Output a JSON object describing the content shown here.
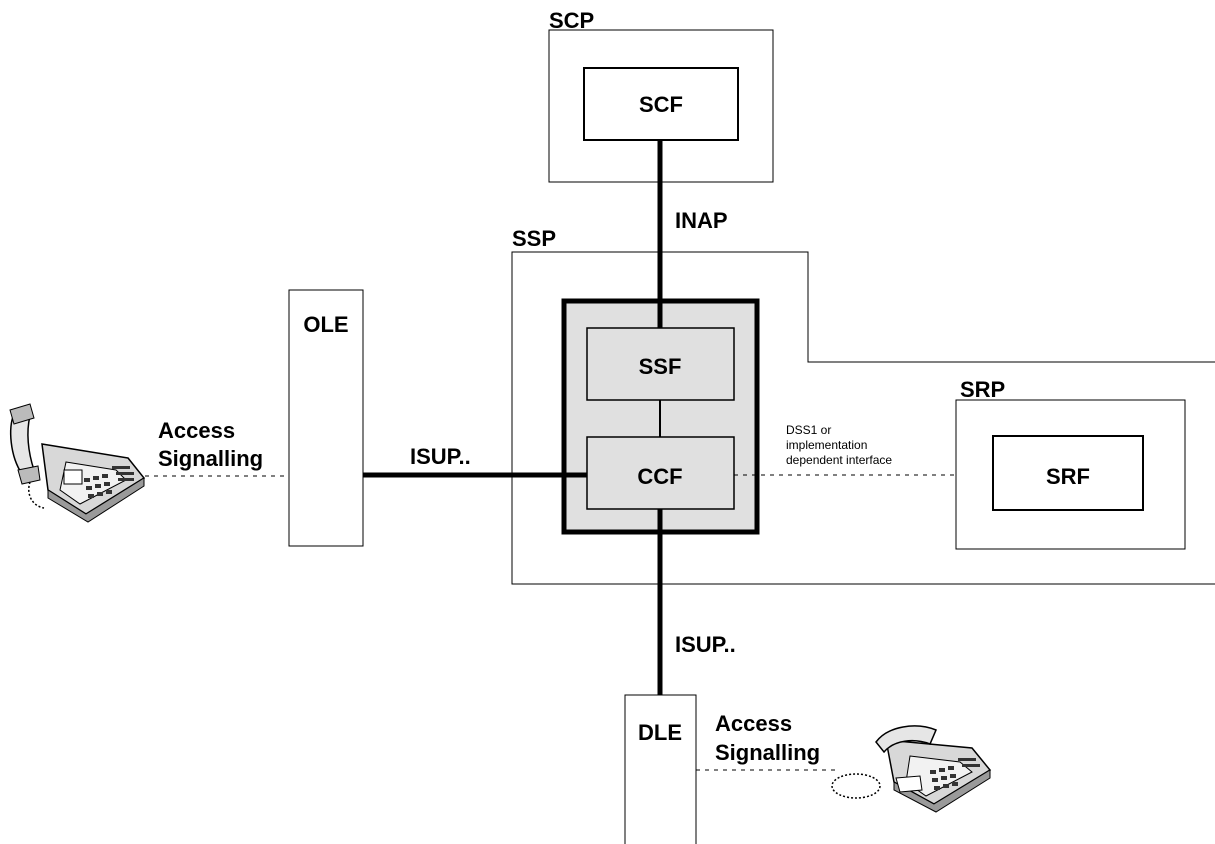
{
  "nodes": {
    "scp": "SCP",
    "scf": "SCF",
    "ssp": "SSP",
    "ssf": "SSF",
    "ccf": "CCF",
    "srp": "SRP",
    "srf": "SRF",
    "ole": "OLE",
    "dle": "DLE"
  },
  "links": {
    "inap": "INAP",
    "isup_ole": "ISUP..",
    "isup_dle": "ISUP..",
    "dss1_line1": "DSS1 or",
    "dss1_line2": "implementation",
    "dss1_line3": "dependent interface",
    "access_left_line1": "Access",
    "access_left_line2": "Signalling",
    "access_bottom_line1": "Access",
    "access_bottom_line2": "Signalling"
  },
  "icons": {
    "left_phone": "telephone-icon",
    "bottom_phone": "telephone-icon"
  }
}
